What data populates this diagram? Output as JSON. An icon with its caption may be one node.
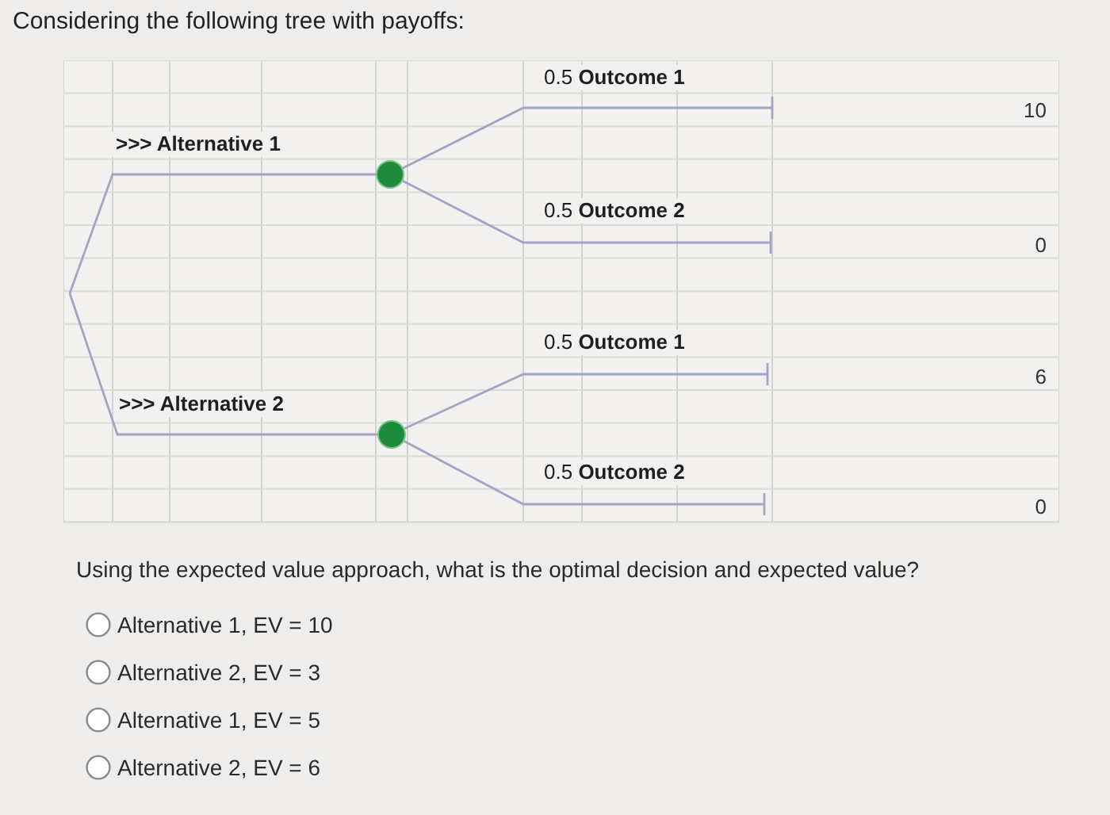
{
  "diagram": {
    "title": "Considering the following tree with payoffs:",
    "nodes": [
      {
        "text": [],
        "shape": "circle"
      },
      {
        "text": [],
        "shape": "circle"
      }
    ],
    "edges": [
      {
        "from": null,
        "to": 0,
        "arrow": "none",
        "label": ">>> Alternative 1"
      },
      {
        "from": null,
        "to": 1,
        "arrow": "none",
        "label": ">>> Alternative 2"
      },
      {
        "from": 0,
        "to": null,
        "arrow": "other",
        "label": "0.5 **Outcome 1**"
      },
      {
        "from": 0,
        "to": null,
        "arrow": "other",
        "label": "0.5 **Outcome 2**"
      },
      {
        "from": 1,
        "to": null,
        "arrow": "other",
        "label": "0.5 **Outcome 1**"
      },
      {
        "from": 1,
        "to": null,
        "arrow": "other",
        "label": "0.5 **Outcome 2**"
      }
    ],
    "labels": [
      "10",
      "0",
      "6",
      "0",
      "Using the expected value approach, what is the optimal decision and expected value?",
      "Alternative 1, EV = 10",
      "Alternative 2, EV = 3",
      "Alternative 1, EV = 5",
      "Alternative 2, EV = 6"
    ]
  }
}
